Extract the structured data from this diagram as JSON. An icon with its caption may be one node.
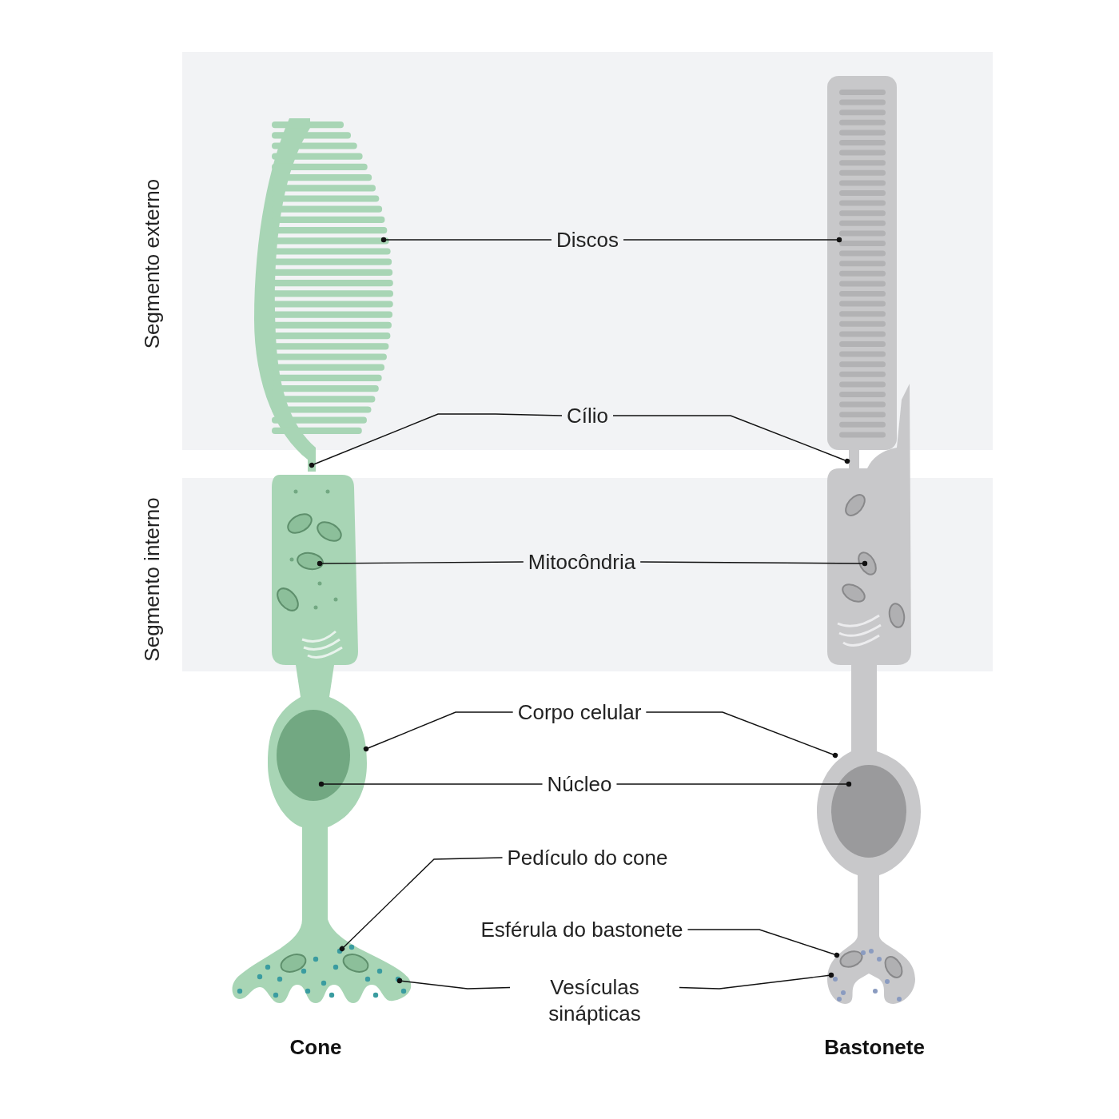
{
  "diagram": {
    "nodes": [
      {
        "text": [
          "Discos"
        ]
      },
      {
        "text": [
          "Cílio"
        ]
      },
      {
        "text": [
          "Mitocôndria"
        ]
      },
      {
        "text": [
          "Corpo celular"
        ]
      },
      {
        "text": [
          "Núcleo"
        ]
      },
      {
        "text": [
          "Pedículo do cone"
        ]
      },
      {
        "text": [
          "Esférula do bastonete"
        ]
      },
      {
        "text": [
          "Vesículas sinápticas"
        ]
      }
    ],
    "edges": [
      {
        "from": 0,
        "to": null,
        "arrow": "other"
      },
      {
        "from": 0,
        "to": null,
        "arrow": "other"
      },
      {
        "from": 1,
        "to": null,
        "arrow": "other"
      },
      {
        "from": 1,
        "to": null,
        "arrow": "other"
      },
      {
        "from": 2,
        "to": null,
        "arrow": "other"
      },
      {
        "from": 2,
        "to": null,
        "arrow": "other"
      },
      {
        "from": 3,
        "to": null,
        "arrow": "other"
      },
      {
        "from": 3,
        "to": null,
        "arrow": "other"
      },
      {
        "from": 4,
        "to": null,
        "arrow": "other"
      },
      {
        "from": 4,
        "to": null,
        "arrow": "other"
      },
      {
        "from": 5,
        "to": null,
        "arrow": "other"
      },
      {
        "from": 6,
        "to": null,
        "arrow": "other"
      },
      {
        "from": 7,
        "to": null,
        "arrow": "other"
      },
      {
        "from": 7,
        "to": null,
        "arrow": "other"
      }
    ],
    "labels": [
      "Segmento externo",
      "Segmento interno",
      "Cone",
      "Bastonete"
    ]
  }
}
